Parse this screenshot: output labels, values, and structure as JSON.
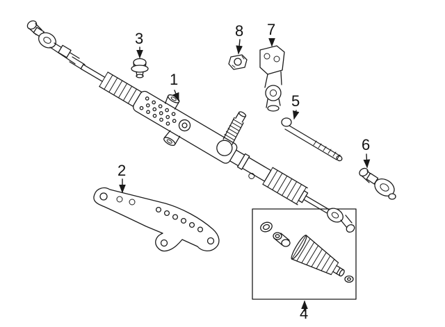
{
  "diagram": {
    "type": "exploded-parts-diagram",
    "subject": "steering gear and linkage",
    "colors": {
      "ink": "#1a1a1a",
      "background": "#ffffff"
    },
    "callouts": [
      {
        "number": "1",
        "target": "steering-gear-assembly"
      },
      {
        "number": "2",
        "target": "support-bracket"
      },
      {
        "number": "3",
        "target": "grommet-cap"
      },
      {
        "number": "4",
        "target": "boot-kit-box"
      },
      {
        "number": "5",
        "target": "inner-tie-rod"
      },
      {
        "number": "6",
        "target": "outer-tie-rod-end"
      },
      {
        "number": "7",
        "target": "coupling-bracket"
      },
      {
        "number": "8",
        "target": "clamp"
      }
    ]
  }
}
